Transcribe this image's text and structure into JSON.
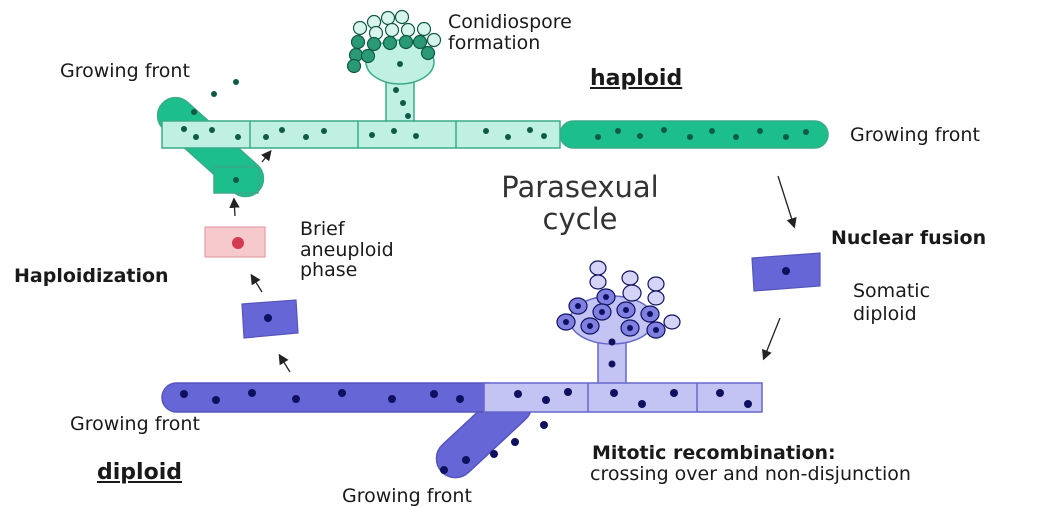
{
  "labels": {
    "conidiospore_formation": [
      "Conidiospore",
      "formation"
    ],
    "haploid": "haploid",
    "growing_front_top_left": "Growing front",
    "growing_front_top_right": "Growing front",
    "parasexual_cycle": [
      "Parasexual",
      "cycle"
    ],
    "nuclear_fusion": "Nuclear fusion",
    "somatic_diploid": [
      "Somatic",
      "diploid"
    ],
    "brief_aneuploid_phase": [
      "Brief",
      "aneuploid",
      "phase"
    ],
    "haploidization": "Haploidization",
    "growing_front_bottom_left": "Growing front",
    "diploid": "diploid",
    "growing_front_bottom": "Growing front",
    "mitotic_recombination_title": "Mitotic recombination:",
    "mitotic_recombination_detail": "crossing over and non-disjunction"
  },
  "colors": {
    "haploid_light": "#bff0e2",
    "haploid_dark": "#1cbf8c",
    "haploid_stroke": "#3aaa88",
    "haploid_nucleus": "#0f5a46",
    "diploid_light": "#c4c4f4",
    "diploid_dark": "#6666d6",
    "diploid_stroke": "#6666cc",
    "diploid_nucleus": "#101060",
    "aneuploid_fill": "#f6c9cc",
    "aneuploid_nucleus": "#d43b4e",
    "arrow": "#222222"
  }
}
